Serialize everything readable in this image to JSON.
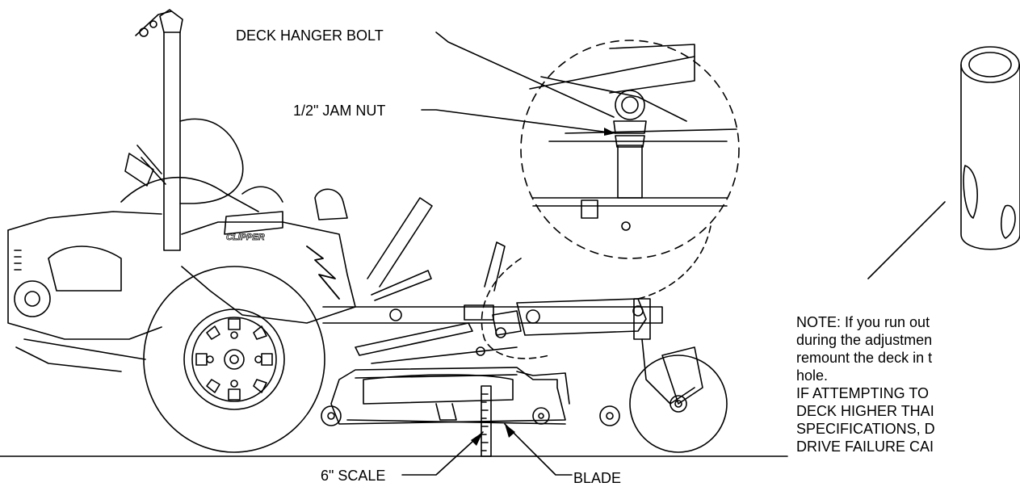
{
  "callouts": {
    "deck_hanger_bolt": "DECK HANGER BOLT",
    "jam_nut": "1/2\" JAM NUT",
    "scale": "6\" SCALE",
    "blade": "BLADE",
    "brand_badge": "CLIPPER"
  },
  "note": {
    "line1": "NOTE:  If you run out",
    "line2": "during the adjustmen",
    "line3": "remount the deck in t",
    "line4": "hole.",
    "line5": "IF ATTEMPTING TO",
    "line6": "DECK HIGHER THAI",
    "line7": "SPECIFICATIONS, D",
    "line8": "DRIVE FAILURE CAI"
  },
  "colors": {
    "line": "#000000",
    "background": "#ffffff"
  }
}
